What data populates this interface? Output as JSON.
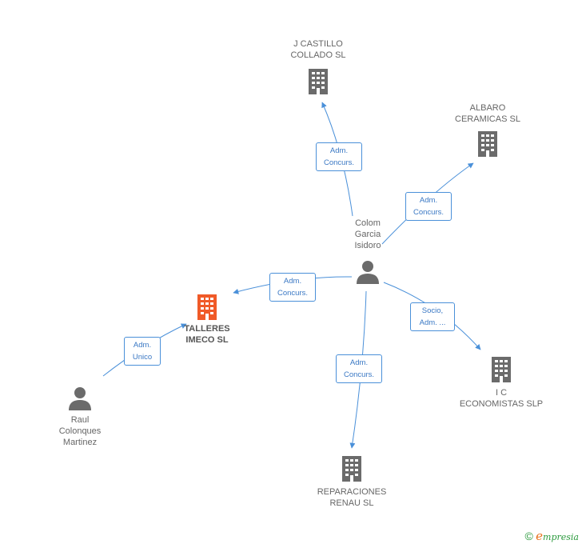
{
  "nodes": {
    "j_castillo": {
      "label_line1": "J CASTILLO",
      "label_line2": "COLLADO SL",
      "type": "company"
    },
    "albaro": {
      "label_line1": "ALBARO",
      "label_line2": "CERAMICAS SL",
      "type": "company"
    },
    "colom": {
      "label_line1": "Colom",
      "label_line2": "Garcia",
      "label_line3": "Isidoro",
      "type": "person"
    },
    "talleres": {
      "label_line1": "TALLERES",
      "label_line2": "IMECO SL",
      "type": "company-focus"
    },
    "ic": {
      "label_line1": "I C",
      "label_line2": "ECONOMISTAS SLP",
      "type": "company"
    },
    "raul": {
      "label_line1": "Raul",
      "label_line2": "Colonques",
      "label_line3": "Martinez",
      "type": "person"
    },
    "reparaciones": {
      "label_line1": "REPARACIONES",
      "label_line2": "RENAU SL",
      "type": "company"
    }
  },
  "edges": {
    "colom_to_j_castillo": {
      "role_line1": "Adm.",
      "role_line2": "Concurs."
    },
    "colom_to_albaro": {
      "role_line1": "Adm.",
      "role_line2": "Concurs."
    },
    "colom_to_talleres": {
      "role_line1": "Adm.",
      "role_line2": "Concurs."
    },
    "colom_to_ic": {
      "role_line1": "Socio,",
      "role_line2": "Adm. ..."
    },
    "colom_to_reparaciones": {
      "role_line1": "Adm.",
      "role_line2": "Concurs."
    },
    "raul_to_talleres": {
      "role_line1": "Adm.",
      "role_line2": "Unico"
    }
  },
  "colors": {
    "edge": "#4a90d9",
    "company_icon": "#6b6b6b",
    "focus_icon": "#f05a28",
    "person_icon": "#6b6b6b"
  },
  "copyright": {
    "symbol": "©",
    "brand_first": "e",
    "brand_rest": "mpresia"
  }
}
